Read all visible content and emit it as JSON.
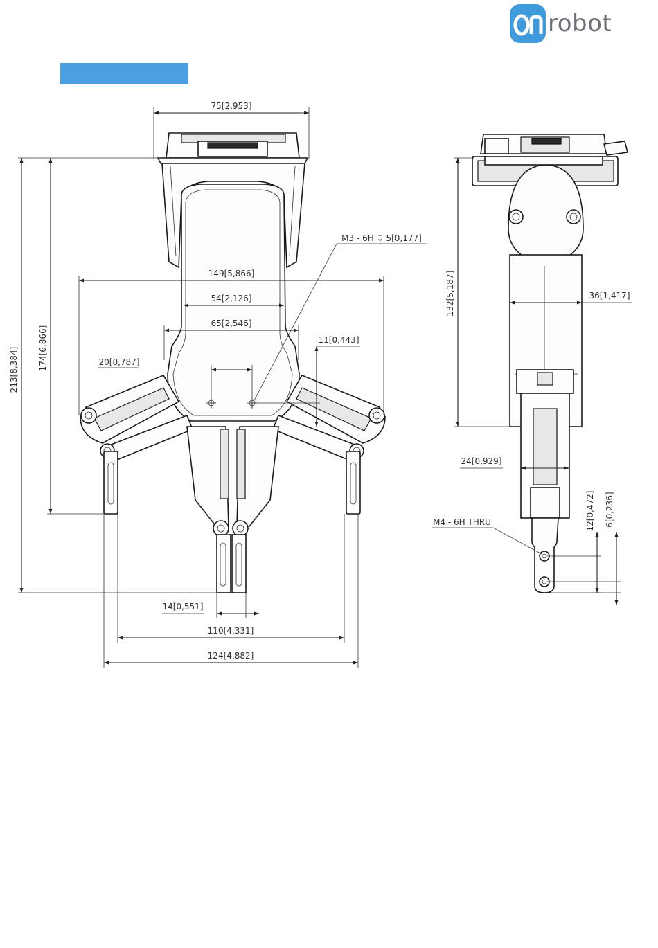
{
  "brand": {
    "name": "robot",
    "mark": "On",
    "color": "#3f9bdc",
    "text_color": "#6d7179"
  },
  "banner": {
    "color": "#4a9fe0"
  },
  "front_view": {
    "dims": {
      "top_width": "75",
      "top_width_in": "2,953",
      "span_149": "149",
      "span_149_in": "5,866",
      "span_54": "54",
      "span_54_in": "2,126",
      "span_65": "65",
      "span_65_in": "2,546",
      "span_20": "20",
      "span_20_in": "0,787",
      "span_11": "11",
      "span_11_in": "0,443",
      "height_213": "213",
      "height_213_in": "8,384",
      "height_174": "174",
      "height_174_in": "6,866",
      "span_14": "14",
      "span_14_in": "0,551",
      "span_110": "110",
      "span_110_in": "4,331",
      "span_124": "124",
      "span_124_in": "4,882"
    },
    "callout_hole": "M3 - 6H ↧ 5[0,177]"
  },
  "side_view": {
    "dims": {
      "height_132": "132",
      "height_132_in": "5,187",
      "span_36": "36",
      "span_36_in": "1,417",
      "span_24": "24",
      "span_24_in": "0,929",
      "height_12": "12",
      "height_12_in": "0,472",
      "height_6": "6",
      "height_6_in": "0,236"
    },
    "callout_thru": "M4 - 6H THRU"
  }
}
